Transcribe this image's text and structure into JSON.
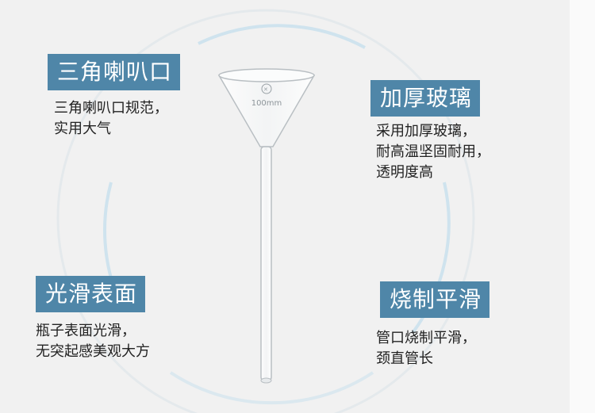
{
  "colors": {
    "badge_bg": "#4f86a8",
    "badge_text": "#ffffff",
    "body_text": "#222222",
    "ring": "#d6e6ee",
    "background": "#f1f1f1"
  },
  "funnel": {
    "marking": "100mm"
  },
  "features": [
    {
      "title": "三角喇叭口",
      "lines": [
        "三角喇叭口规范，",
        "实用大气"
      ]
    },
    {
      "title": "加厚玻璃",
      "lines": [
        "采用加厚玻璃，",
        "耐高温坚固耐用，",
        "透明度高"
      ]
    },
    {
      "title": "光滑表面",
      "lines": [
        "瓶子表面光滑，",
        "无突起感美观大方"
      ]
    },
    {
      "title": "烧制平滑",
      "lines": [
        "管口烧制平滑，",
        "颈直管长"
      ]
    }
  ]
}
